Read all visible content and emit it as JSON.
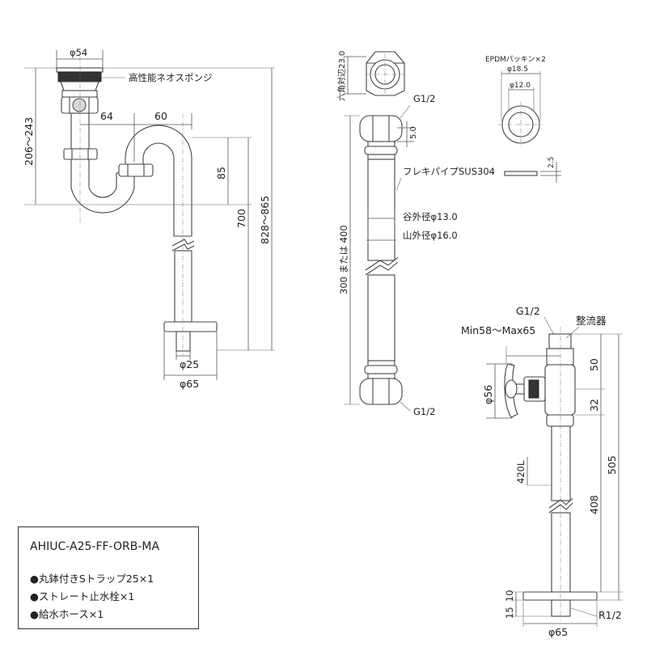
{
  "trap": {
    "phi54": "φ54",
    "sponge": "高性能ネオスポンジ",
    "dim64": "64",
    "dim60": "60",
    "dim85": "85",
    "dim700": "700",
    "dim206_243": "206～243",
    "dim828_865": "828～865",
    "phi25": "φ25",
    "phi65": "φ65"
  },
  "hose": {
    "hex": "六角対辺23.0",
    "g12_top": "G1/2",
    "g12_bottom": "G1/2",
    "dim5": "5.0",
    "flex": "フレキパイプSUS304",
    "valley": "谷外径φ13.0",
    "crest": "山外径φ16.0",
    "length": "300 または 400",
    "epdm": "EPDMパッキン×2",
    "phi185": "φ18.5",
    "phi120": "φ12.0",
    "dim25": "2.5"
  },
  "valve": {
    "g12": "G1/2",
    "regulator": "整流器",
    "minmax": "Min58～Max65",
    "phi56": "φ56",
    "dim50": "50",
    "dim32": "32",
    "dim505": "505",
    "dim420": "420L",
    "dim408": "408",
    "dim10": "10",
    "dim15": "15",
    "r12": "R1/2",
    "phi65": "φ65"
  },
  "info": {
    "model": "AHIUC-A25-FF-ORB-MA",
    "items": [
      "●丸鉢付きSトラップ25×1",
      "●ストレート止水栓×1",
      "●給水ホース×1"
    ]
  }
}
